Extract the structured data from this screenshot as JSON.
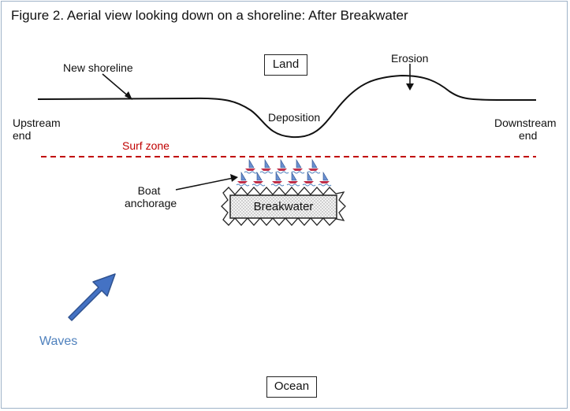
{
  "figure": {
    "title": "Figure 2. Aerial view looking down on a shoreline: After Breakwater"
  },
  "labels": {
    "land": "Land",
    "ocean": "Ocean",
    "new_shoreline": "New shoreline",
    "erosion": "Erosion",
    "deposition": "Deposition",
    "upstream_line1": "Upstream",
    "upstream_line2": "end",
    "downstream_line1": "Downstream",
    "downstream_line2": "end",
    "surf_zone": "Surf zone",
    "boat_line1": "Boat",
    "boat_line2": "anchorage",
    "breakwater": "Breakwater",
    "waves": "Waves"
  },
  "colors": {
    "surf_zone": "#c00000",
    "waves": "#4f81bd",
    "wave_arrow_fill": "#4472c4",
    "wave_arrow_stroke": "#2f528f",
    "boat_sail_blue": "#6a8fd0",
    "boat_sail_red": "#c0304a",
    "frame": "#9fb3c8"
  },
  "icons": {
    "boat": "sailboat-icon",
    "wave_direction": "arrow-up-right-icon"
  }
}
